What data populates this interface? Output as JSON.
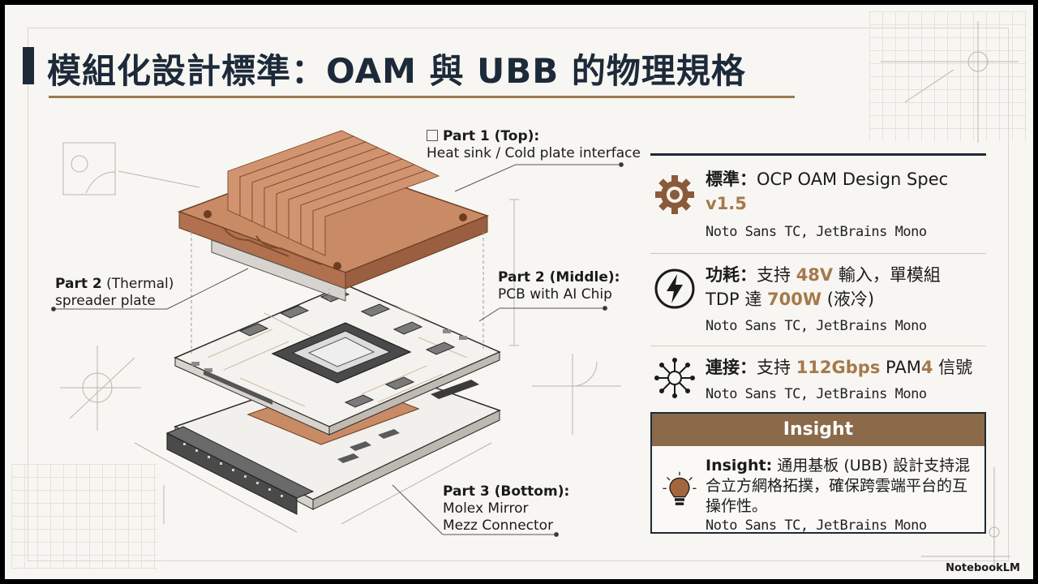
{
  "title": "模組化設計標準：OAM 與 UBB 的物理規格",
  "callouts": {
    "part1_title": "Part 1 (Top):",
    "part1_desc": "Heat sink / Cold plate interface",
    "part2_thermal_bold": "Part 2",
    "part2_thermal_rest": " (Thermal)",
    "part2_thermal_line2": "spreader plate",
    "part2_middle_title": "Part 2 (Middle):",
    "part2_middle_desc": "PCB with AI Chip",
    "part3_title": "Part 3 (Bottom):",
    "part3_line1": "Molex Mirror",
    "part3_line2": "Mezz Connector"
  },
  "specs": {
    "standard": {
      "label": "標準",
      "sep": "：",
      "text": "OCP OAM Design Spec",
      "version": "v1.5",
      "font_note": "Noto Sans TC, JetBrains Mono",
      "icon": "gear-icon"
    },
    "power": {
      "label": "功耗",
      "sep": "：",
      "t1": "支持 ",
      "v1": "48V",
      "t2": " 輸入，單模組",
      "t3": "TDP 達 ",
      "v2": "700W",
      "t4": " (液冷)",
      "font_note": "Noto Sans TC, JetBrains Mono",
      "icon": "lightning-icon"
    },
    "connect": {
      "label": "連接",
      "sep": "：",
      "t1": "支持 ",
      "v1": "112Gbps",
      "t2": " PAM",
      "v2": "4",
      "t3": " 信號",
      "font_note": "Noto Sans TC, JetBrains Mono",
      "icon": "network-icon"
    }
  },
  "insight": {
    "header": "Insight",
    "label": "Insight:",
    "text": " 通用基板 (UBB) 設計支持混合立方網格拓撲，確保跨雲端平台的互操作性。",
    "font_note": "Noto Sans TC, JetBrains Mono",
    "icon": "lightbulb-icon"
  },
  "watermark": "NotebookLM",
  "colors": {
    "navy": "#1c2a39",
    "accent_brown": "#a47a4d",
    "insight_header": "#8a6a49",
    "copper": "#c98a66",
    "background": "#f7f6f2"
  }
}
